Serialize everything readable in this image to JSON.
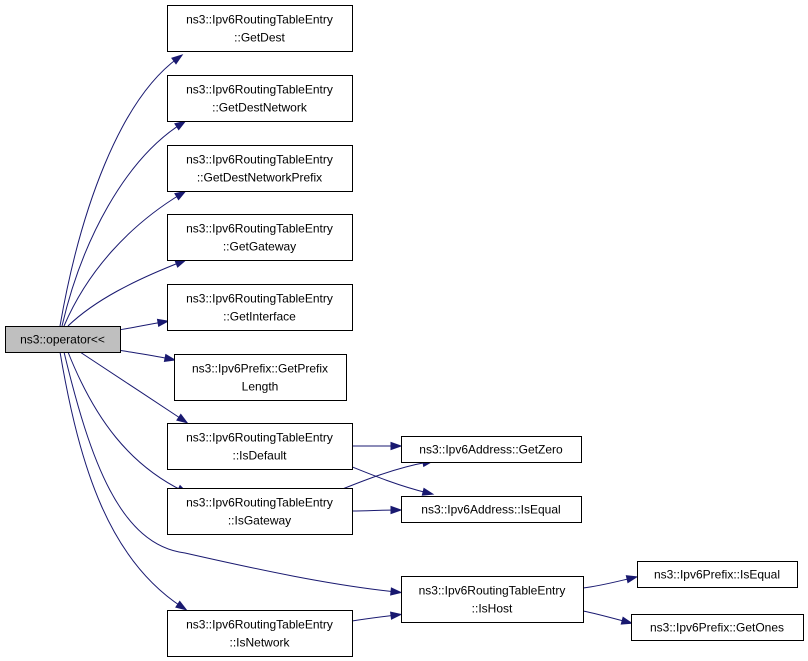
{
  "graph": {
    "title": "",
    "edge_color": "#191970",
    "root_fill": "#bfbfbf",
    "nodes": [
      {
        "id": "root",
        "lines": [
          "ns3::operator<<"
        ],
        "root": true
      },
      {
        "id": "getdest",
        "lines": [
          "ns3::Ipv6RoutingTableEntry",
          "::GetDest"
        ]
      },
      {
        "id": "getdestnetwork",
        "lines": [
          "ns3::Ipv6RoutingTableEntry",
          "::GetDestNetwork"
        ]
      },
      {
        "id": "getdestnetworkprefix",
        "lines": [
          "ns3::Ipv6RoutingTableEntry",
          "::GetDestNetworkPrefix"
        ]
      },
      {
        "id": "getgateway",
        "lines": [
          "ns3::Ipv6RoutingTableEntry",
          "::GetGateway"
        ]
      },
      {
        "id": "getinterface",
        "lines": [
          "ns3::Ipv6RoutingTableEntry",
          "::GetInterface"
        ]
      },
      {
        "id": "getprefixlength",
        "lines": [
          "ns3::Ipv6Prefix::GetPrefix",
          "Length"
        ]
      },
      {
        "id": "isdefault",
        "lines": [
          "ns3::Ipv6RoutingTableEntry",
          "::IsDefault"
        ]
      },
      {
        "id": "isgateway",
        "lines": [
          "ns3::Ipv6RoutingTableEntry",
          "::IsGateway"
        ]
      },
      {
        "id": "isnetwork",
        "lines": [
          "ns3::Ipv6RoutingTableEntry",
          "::IsNetwork"
        ]
      },
      {
        "id": "getzero",
        "lines": [
          "ns3::Ipv6Address::GetZero"
        ]
      },
      {
        "id": "addrisequal",
        "lines": [
          "ns3::Ipv6Address::IsEqual"
        ]
      },
      {
        "id": "ishost",
        "lines": [
          "ns3::Ipv6RoutingTableEntry",
          "::IsHost"
        ]
      },
      {
        "id": "prefixisequal",
        "lines": [
          "ns3::Ipv6Prefix::IsEqual"
        ]
      },
      {
        "id": "getones",
        "lines": [
          "ns3::Ipv6Prefix::GetOnes"
        ]
      }
    ],
    "edges": [
      {
        "from": "root",
        "to": "getdest"
      },
      {
        "from": "root",
        "to": "getdestnetwork"
      },
      {
        "from": "root",
        "to": "getdestnetworkprefix"
      },
      {
        "from": "root",
        "to": "getgateway"
      },
      {
        "from": "root",
        "to": "getinterface"
      },
      {
        "from": "root",
        "to": "getprefixlength"
      },
      {
        "from": "root",
        "to": "isdefault"
      },
      {
        "from": "root",
        "to": "isgateway"
      },
      {
        "from": "root",
        "to": "ishost"
      },
      {
        "from": "root",
        "to": "isnetwork"
      },
      {
        "from": "isdefault",
        "to": "getzero"
      },
      {
        "from": "isdefault",
        "to": "addrisequal"
      },
      {
        "from": "isgateway",
        "to": "getzero"
      },
      {
        "from": "isgateway",
        "to": "addrisequal"
      },
      {
        "from": "isnetwork",
        "to": "ishost"
      },
      {
        "from": "ishost",
        "to": "prefixisequal"
      },
      {
        "from": "ishost",
        "to": "getones"
      }
    ]
  }
}
